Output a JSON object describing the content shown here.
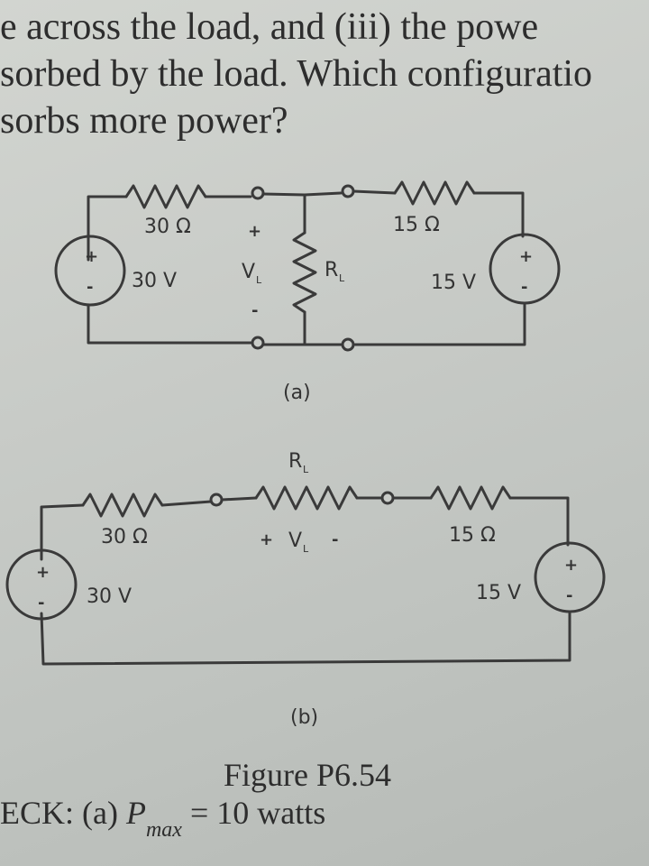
{
  "text": {
    "line1": "e across the load, and (iii) the powe",
    "line2": "sorbed by the load. Which configuratio",
    "line3": "sorbs more power?"
  },
  "circuit_a": {
    "r_left": "30 Ω",
    "r_right": "15 Ω",
    "v_left": "30 V",
    "v_right": "15 V",
    "v_load": "V",
    "v_load_sub": "L",
    "r_load": "R",
    "r_load_sub": "L",
    "plus": "+",
    "minus": "-",
    "label": "(a)"
  },
  "circuit_b": {
    "r_left": "30 Ω",
    "r_right": "15 Ω",
    "v_left": "30 V",
    "v_right": "15 V",
    "r_load": "R",
    "r_load_sub": "L",
    "v_load_plus": "+",
    "v_load": "V",
    "v_load_sub": "L",
    "v_load_minus": "-",
    "plus": "+",
    "minus": "-",
    "label": "(b)"
  },
  "figure_caption": "Figure P6.54",
  "check": {
    "prefix": "ECK: (a) ",
    "p": "P",
    "p_sub": "max",
    "suffix": " = 10 watts"
  }
}
